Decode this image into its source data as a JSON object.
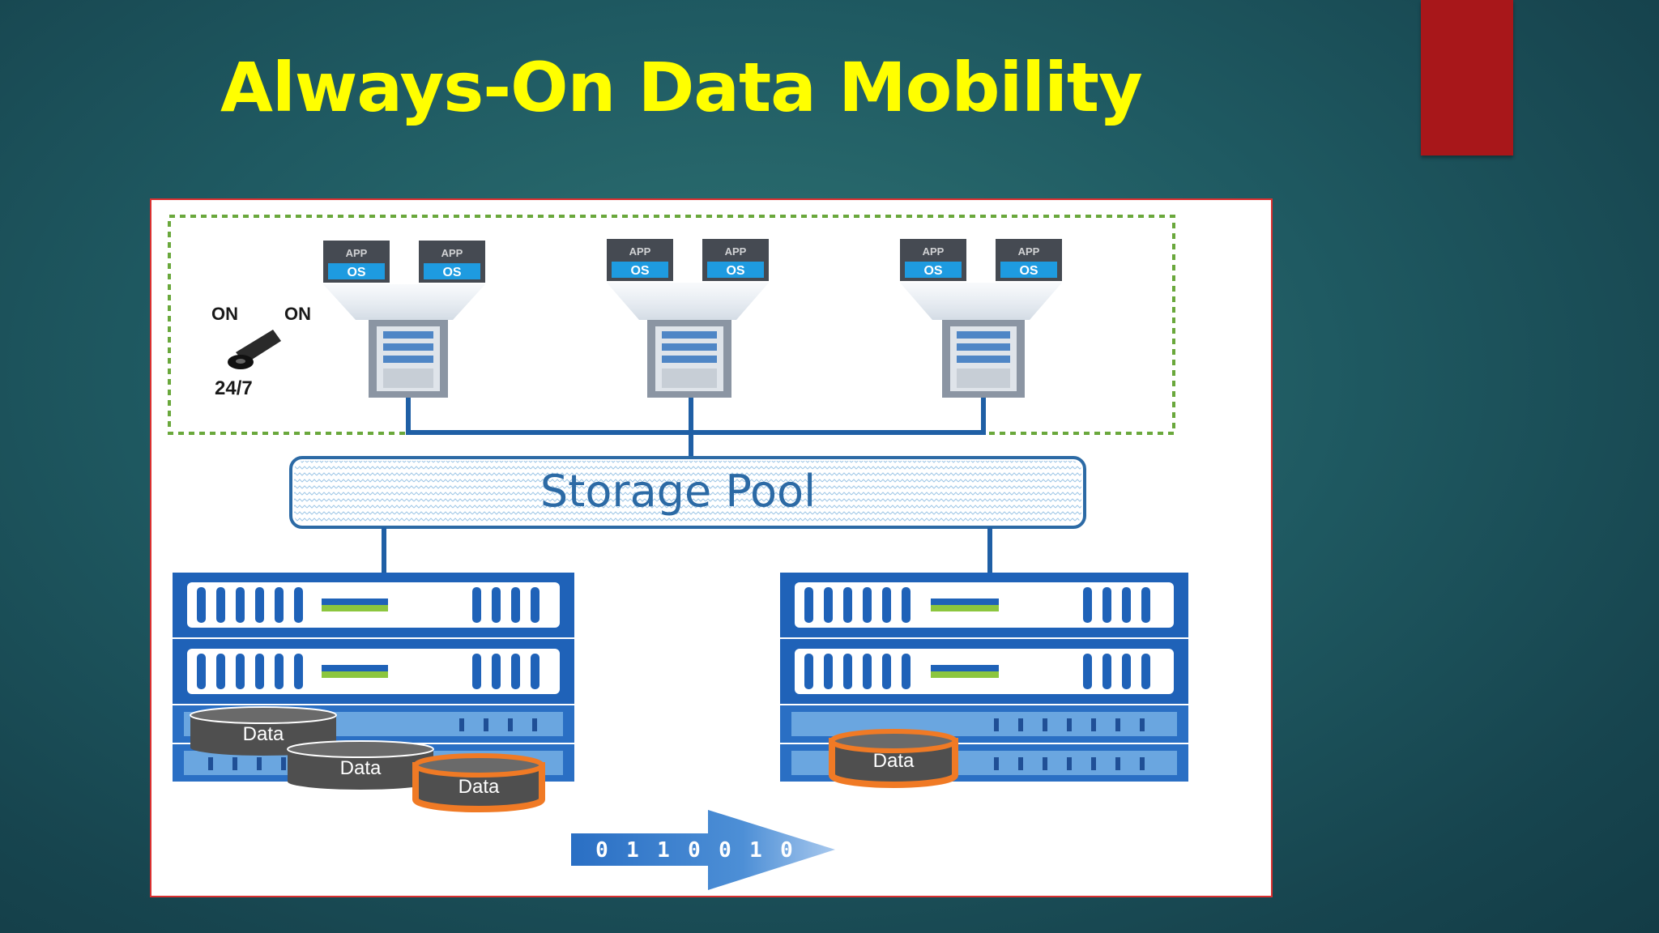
{
  "slide": {
    "title": "Always-On Data Mobility",
    "colors": {
      "title": "#ffff00",
      "accent_bar": "#a8171a",
      "frame_border": "#d93030"
    }
  },
  "diagram": {
    "switch": {
      "left_label": "ON",
      "right_label": "ON",
      "caption": "24/7"
    },
    "vm": {
      "app_label": "APP",
      "os_label": "OS"
    },
    "storage_pool_label": "Storage Pool",
    "data_label": "Data",
    "bit_stream": [
      "0",
      "1",
      "1",
      "0",
      "0",
      "1",
      "0"
    ],
    "colors": {
      "array_blue": "#1f62b8",
      "pool_text": "#2c6aa5",
      "connector": "#1f5fa5",
      "host_zone_border": "#6aa83c",
      "selected_disk": "#f07a25",
      "disk_gray": "#4f4f4f"
    }
  }
}
